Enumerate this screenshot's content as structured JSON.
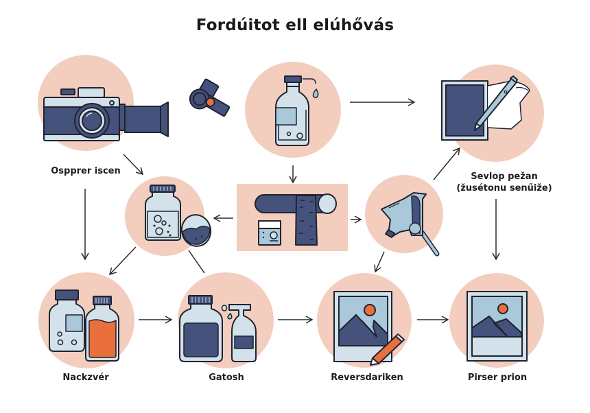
{
  "title": "Fordúitot ell elúhővás",
  "colors": {
    "circle_bg": "#f3cdbd",
    "navy": "#44527c",
    "light_blue": "#d3e2ea",
    "mid_blue": "#a9c8da",
    "orange": "#e9703d",
    "outline": "#1f2330",
    "arrow": "#2a2a2a"
  },
  "nodes": [
    {
      "id": "camera",
      "label": "Ospprer iscen",
      "icon": "camera-icon"
    },
    {
      "id": "film-canister",
      "label": "",
      "icon": "film-canister-icon"
    },
    {
      "id": "chemical-bottle",
      "label": "",
      "icon": "chemical-bottle-icon"
    },
    {
      "id": "tablet-pen",
      "label": "Sevlop pežan\n(žusétonu senűiže)",
      "label_line1": "Sevlop pežan",
      "label_line2": "(žusétonu senűiže)",
      "icon": "tablet-pen-icon"
    },
    {
      "id": "jar-mix",
      "label": "",
      "icon": "jar-with-dish-icon"
    },
    {
      "id": "film-roll",
      "label": "",
      "icon": "film-roll-icon"
    },
    {
      "id": "film-clip",
      "label": "",
      "icon": "film-clip-magnifier-icon"
    },
    {
      "id": "bottles",
      "label": "Nackzvér",
      "icon": "bottles-icon"
    },
    {
      "id": "gatosh",
      "label": "Gatosh",
      "icon": "bottle-spray-icon"
    },
    {
      "id": "reversal",
      "label": "Reversdariken",
      "icon": "photo-edit-icon"
    },
    {
      "id": "print",
      "label": "Pirser prion",
      "icon": "photo-print-icon"
    }
  ],
  "edges": [
    {
      "from": "chemical-bottle",
      "to": "tablet-pen"
    },
    {
      "from": "chemical-bottle",
      "to": "film-roll"
    },
    {
      "from": "camera",
      "to": "jar-mix"
    },
    {
      "from": "camera",
      "to": "bottles"
    },
    {
      "from": "film-roll",
      "to": "jar-mix"
    },
    {
      "from": "film-roll",
      "to": "film-clip"
    },
    {
      "from": "film-clip",
      "to": "tablet-pen"
    },
    {
      "from": "film-clip",
      "to": "reversal"
    },
    {
      "from": "tablet-pen",
      "to": "print"
    },
    {
      "from": "jar-mix",
      "to": "bottles"
    },
    {
      "from": "jar-mix",
      "to": "gatosh"
    },
    {
      "from": "bottles",
      "to": "gatosh"
    },
    {
      "from": "gatosh",
      "to": "reversal"
    },
    {
      "from": "reversal",
      "to": "print"
    }
  ]
}
